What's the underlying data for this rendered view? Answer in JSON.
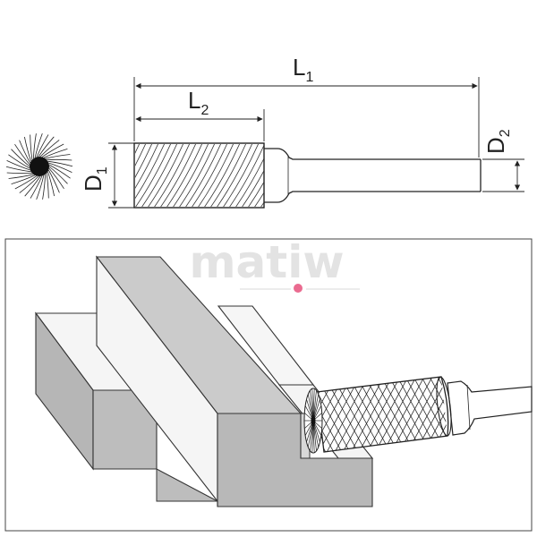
{
  "dimensions": {
    "L1": {
      "main": "L",
      "sub": "1"
    },
    "L2": {
      "main": "L",
      "sub": "2"
    },
    "D1": {
      "main": "D",
      "sub": "1"
    },
    "D2": {
      "main": "D",
      "sub": "2"
    }
  },
  "watermark": "matiw",
  "colors": {
    "line": "#222222",
    "block_top": "#c9c9c9",
    "block_front": "#b4b4b4",
    "block_light": "#f4f4f4",
    "accent_dot": "#e3396b"
  }
}
